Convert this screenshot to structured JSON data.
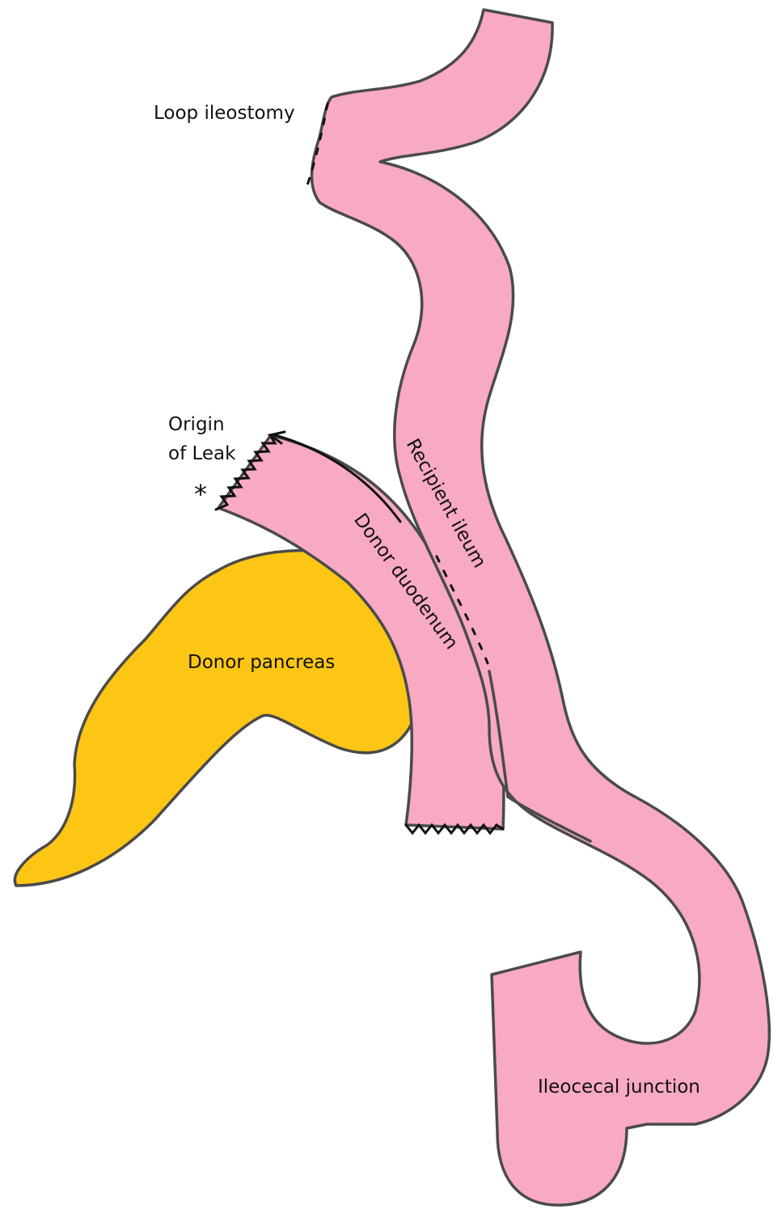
{
  "colors": {
    "bowel": "#f8a9c3",
    "pancreas": "#fdc614",
    "outline": "#4a4a4a",
    "text": "#111111"
  },
  "labels": {
    "loop_ileostomy": "Loop ileostomy",
    "origin_line1": "Origin",
    "origin_line2": "of Leak",
    "asterisk": "*",
    "recipient_ileum": "Recipient ileum",
    "donor_duodenum": "Donor duodenum",
    "donor_pancreas": "Donor pancreas",
    "ileocecal_junction": "Ileocecal junction"
  }
}
